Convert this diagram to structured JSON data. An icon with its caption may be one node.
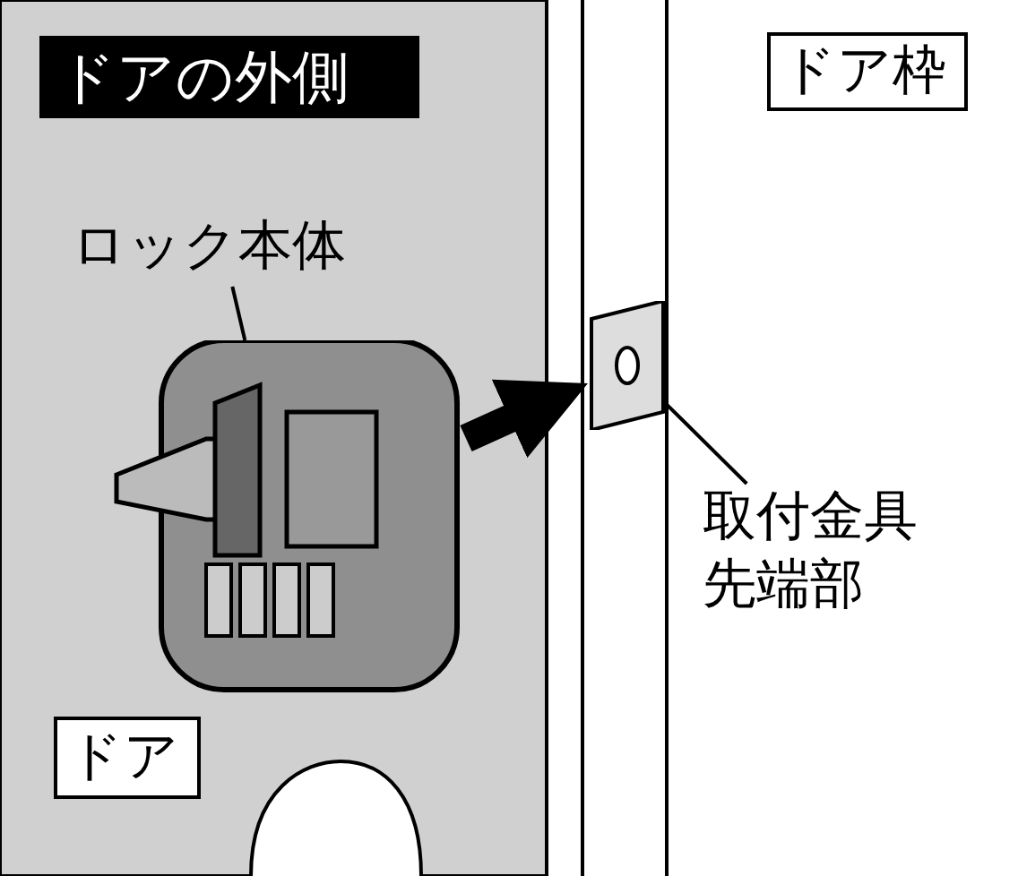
{
  "diagram": {
    "nodes": [
      {
        "text": [
          "ドアの外側"
        ]
      },
      {
        "text": [
          "ドア枠"
        ]
      },
      {
        "text": [
          "ロック本体"
        ]
      },
      {
        "text": [],
        "shape": "picture"
      },
      {
        "text": [],
        "shape": "picture"
      },
      {
        "text": [
          "取付金具先端部"
        ]
      },
      {
        "text": [
          "ドア"
        ]
      }
    ],
    "edges": [
      {
        "from": 2,
        "to": 3,
        "arrow": "none"
      },
      {
        "from": 5,
        "to": 4,
        "arrow": "none"
      },
      {
        "from": 3,
        "to": 4,
        "arrow": "to",
        "style": "thick"
      }
    ]
  }
}
